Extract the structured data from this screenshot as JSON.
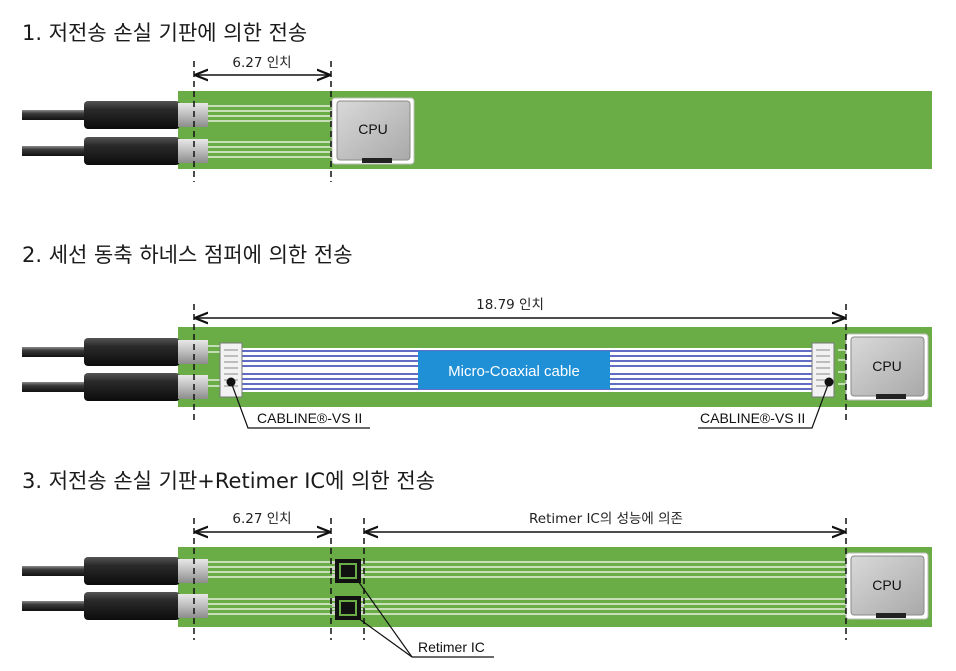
{
  "sections": [
    {
      "title": "1. 저전송 손실 기판에 의한 전송",
      "dimension": "6.27 인치",
      "cpu_label": "CPU"
    },
    {
      "title": "2. 세선 동축 하네스 점퍼에 의한 전송",
      "dimension": "18.79 인치",
      "cable_label": "Micro-Coaxial cable",
      "connector_left_label": "CABLINE®-VS II",
      "connector_right_label": "CABLINE®-VS II",
      "cpu_label": "CPU"
    },
    {
      "title": "3. 저전송 손실 기판+Retimer IC에 의한 전송",
      "dimension_left": "6.27 인치",
      "dimension_right": "Retimer IC의 성능에 의존",
      "chip_label": "Retimer IC",
      "cpu_label": "CPU"
    }
  ],
  "colors": {
    "pcb_green": "#6aad47",
    "cable_blue": "#1f8fd6",
    "coax_line": "#2d3bb0"
  }
}
